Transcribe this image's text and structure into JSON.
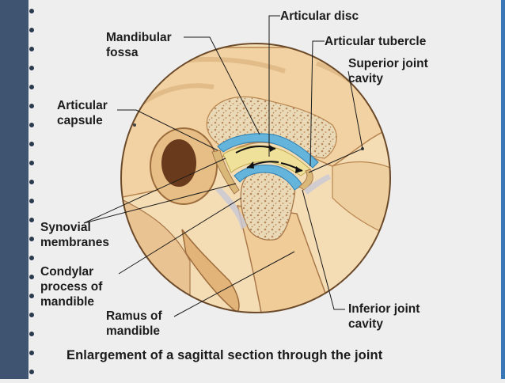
{
  "theme": {
    "side_band": "#3e5470",
    "right_strip": "#3a77b8",
    "bone": "#f2d2a2",
    "bone_shadow": "#c79660",
    "spongy": "#ead9b6",
    "cartilage_blue": "#64b4dc",
    "disc_yellow": "#efe09a",
    "synovial_tan": "#d9b87a",
    "leader": "#1a1a1a"
  },
  "labels": {
    "articular_disc": "Articular disc",
    "articular_tubercle": "Articular tubercle",
    "mandibular_fossa": "Mandibular\nfossa",
    "superior_joint_cavity": "Superior joint\ncavity",
    "articular_capsule": "Articular\ncapsule",
    "synovial_membranes": "Synovial\nmembranes",
    "condylar_process": "Condylar\nprocess of\nmandible",
    "ramus_of_mandible": "Ramus of\nmandible",
    "inferior_joint_cavity": "Inferior joint\ncavity"
  },
  "caption": "Enlargement of a sagittal section through the joint"
}
